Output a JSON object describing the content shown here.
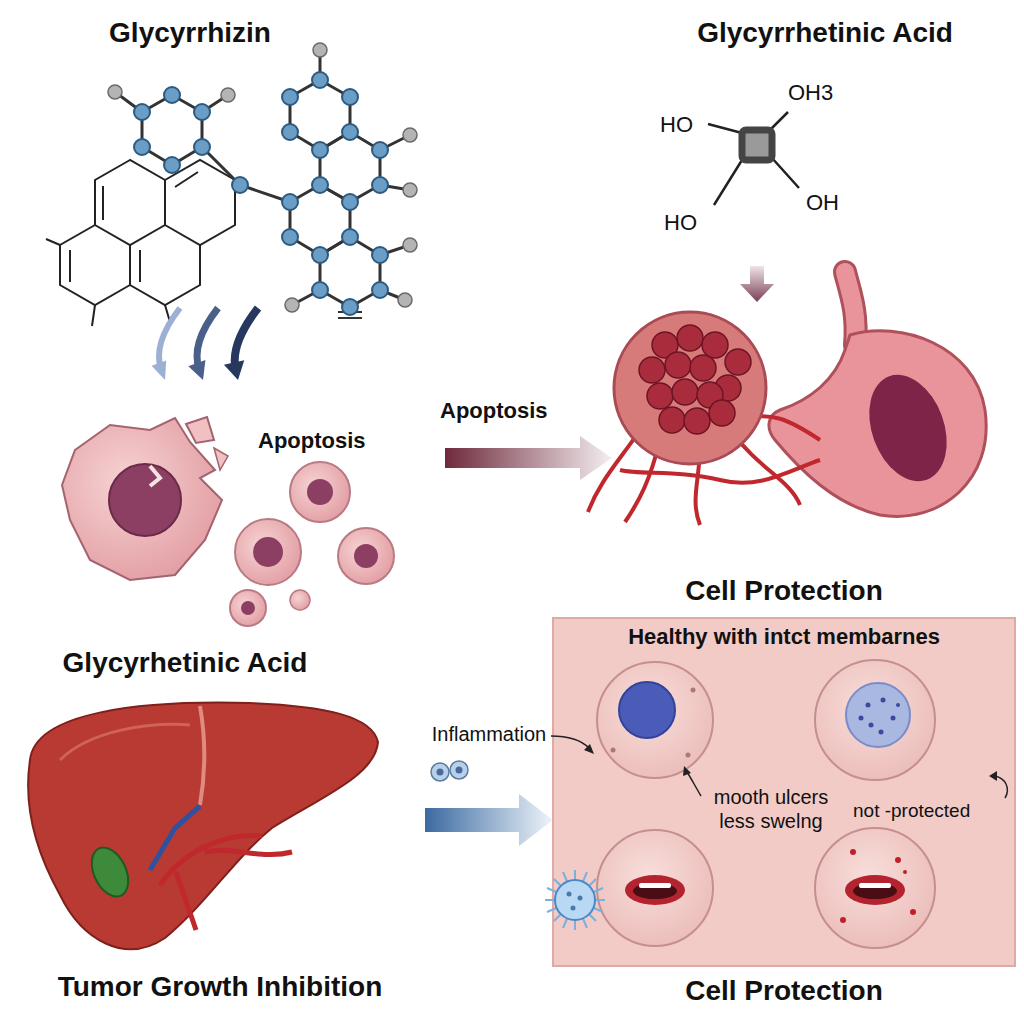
{
  "diagram": {
    "nodes": [
      {
        "text": [
          "Glycyrrhizin"
        ]
      },
      {
        "text": [
          "Glycyrrhetinic Acid"
        ]
      },
      {
        "text": [
          "Apoptosis"
        ]
      },
      {
        "text": [
          "Cell Protection",
          "Healthy with intct membarnes",
          "Cell Protection"
        ]
      },
      {
        "text": [
          "Glycyrhetinic Acid",
          "Tumor Growth Inhibition"
        ]
      }
    ],
    "edges": [
      {
        "from": 0,
        "to": 2,
        "arrow": "to"
      },
      {
        "from": 0,
        "to": 2,
        "arrow": "to"
      },
      {
        "from": 0,
        "to": 2,
        "arrow": "to"
      },
      {
        "from": 4,
        "to": 3,
        "arrow": "to",
        "label": "Inflammation"
      }
    ],
    "labels": [
      "HO",
      "OH3",
      "OH",
      "HO",
      "Apoptosis",
      "mooth ulcers less swelng",
      "not -protected"
    ]
  }
}
